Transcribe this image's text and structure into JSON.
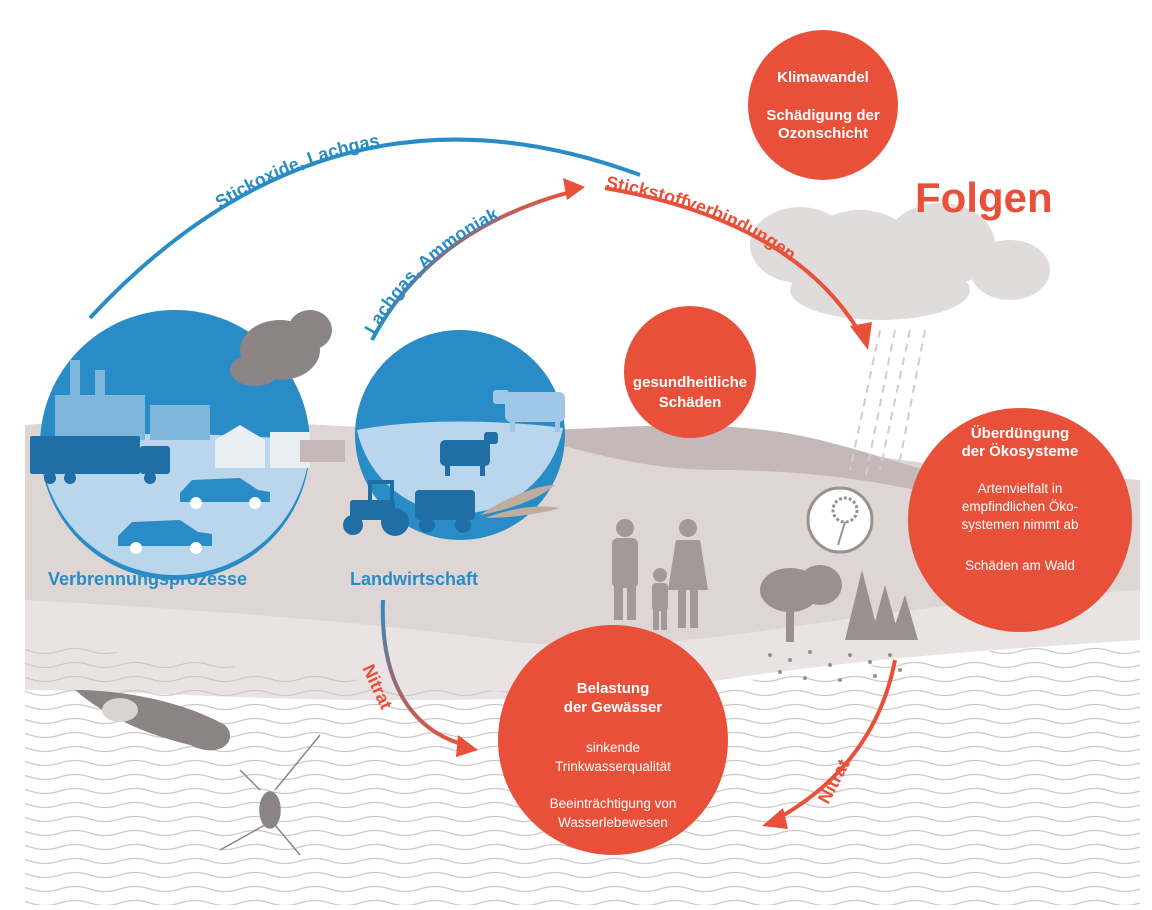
{
  "colors": {
    "orange": "#e8503a",
    "blue": "#2a8cc6",
    "land": "#d9d1cf",
    "landDark": "#b8adac",
    "silhouette": "#9a908e",
    "water": "#ece8e8"
  },
  "title": "Folgen",
  "arcs": {
    "nox": "Stickoxide, Lachgas",
    "ammonia": "Lachgas, Ammoniak",
    "nitrogen": "Stickstoffverbindungen",
    "nitrate_left": "Nitrat",
    "nitrate_right": "Nitrat"
  },
  "sources": {
    "combustion": "Verbrennungsprozesse",
    "agriculture": "Landwirtschaft"
  },
  "circles": {
    "climate": {
      "line1": "Klimawandel",
      "line2": "Schädigung der",
      "line3": "Ozonschicht"
    },
    "health": {
      "line1": "gesundheitliche",
      "line2": "Schäden"
    },
    "eutrophication": {
      "title1": "Überdüngung",
      "title2": "der Ökosysteme",
      "body1": "Artenvielfalt in",
      "body2": "empfindlichen Öko-",
      "body3": "systemen nimmt ab",
      "body4": "Schäden am Wald"
    },
    "water": {
      "title1": "Belastung",
      "title2": "der Gewässer",
      "body1": "sinkende",
      "body2": "Trinkwasserqualität",
      "body3": "Beeinträchtigung von",
      "body4": "Wasserlebewesen"
    }
  }
}
